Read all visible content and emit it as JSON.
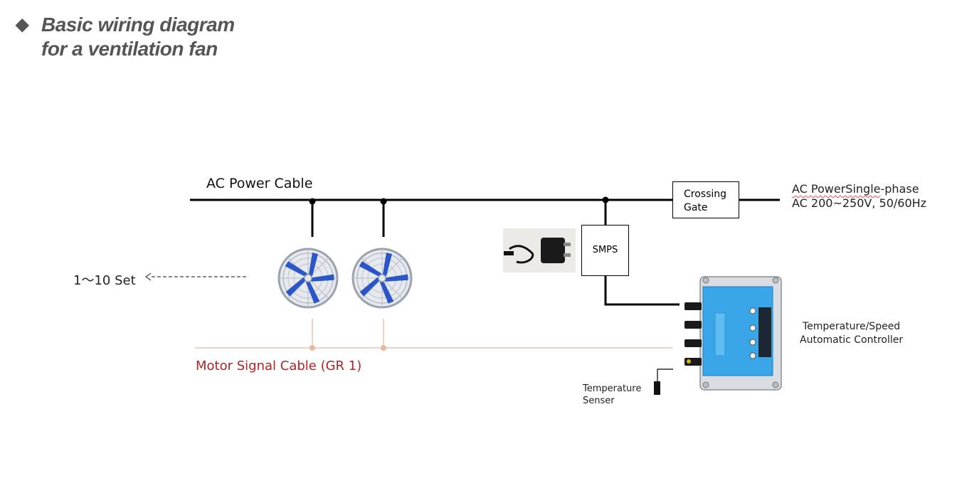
{
  "title": {
    "bullet": "◆",
    "line1": "Basic wiring diagram",
    "line2": "for a ventilation fan"
  },
  "labels": {
    "ac_power_cable": "AC Power Cable",
    "crossing_gate_line1": "Crossing",
    "crossing_gate_line2": "Gate",
    "ac_power_word": "AC PowerSingle",
    "ac_power_suffix": "-phase",
    "ac_power_line2": "AC 200~250V, 50/60Hz",
    "smps": "SMPS",
    "set_count": "1～10 Set",
    "motor_signal_cable": "Motor Signal Cable  (GR 1)",
    "controller_line1": "Temperature/Speed",
    "controller_line2": "Automatic Controller",
    "sensor_line1": "Temperature",
    "sensor_line2": "Senser"
  },
  "colors": {
    "title": "#555555",
    "motor_signal_text": "#b22222",
    "signal_cable": "#e8c4b0",
    "fan_blade": "#2b55c8",
    "controller_body": "#3aa6e8"
  },
  "icons": {
    "fan": "fan-icon",
    "adapter": "power-adapter-icon",
    "controller": "controller-device-icon",
    "sensor": "temperature-sensor-icon"
  }
}
